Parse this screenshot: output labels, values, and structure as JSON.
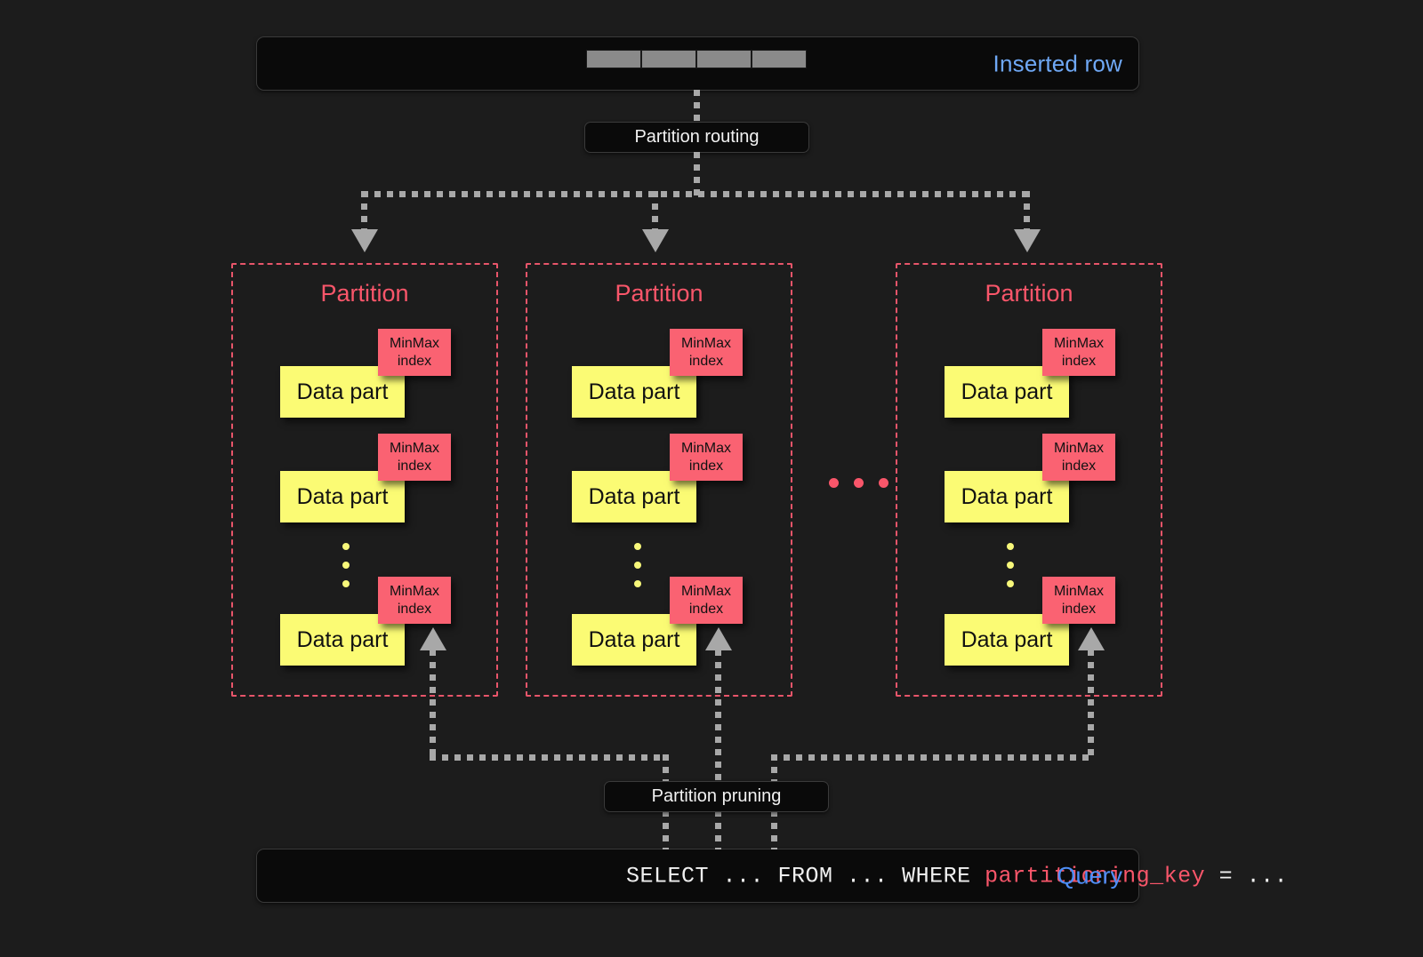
{
  "diagram": {
    "background_color": "#1c1c1c",
    "accent_red": "#f9566a",
    "accent_yellow": "#fbfb74",
    "accent_blue": "#6fa8f5",
    "connector_color": "#a8a8a8"
  },
  "inserted_row": {
    "label": "Inserted row",
    "cell_count": 4
  },
  "partition_routing": {
    "label": "Partition routing"
  },
  "partitions": [
    {
      "title": "Partition",
      "data_parts": [
        {
          "label": "Data part",
          "index_label_line1": "MinMax",
          "index_label_line2": "index"
        },
        {
          "label": "Data part",
          "index_label_line1": "MinMax",
          "index_label_line2": "index"
        },
        {
          "label": "Data part",
          "index_label_line1": "MinMax",
          "index_label_line2": "index"
        }
      ],
      "ellipsis_dots": 3
    },
    {
      "title": "Partition",
      "data_parts": [
        {
          "label": "Data part",
          "index_label_line1": "MinMax",
          "index_label_line2": "index"
        },
        {
          "label": "Data part",
          "index_label_line1": "MinMax",
          "index_label_line2": "index"
        },
        {
          "label": "Data part",
          "index_label_line1": "MinMax",
          "index_label_line2": "index"
        }
      ],
      "ellipsis_dots": 3
    },
    {
      "title": "Partition",
      "data_parts": [
        {
          "label": "Data part",
          "index_label_line1": "MinMax",
          "index_label_line2": "index"
        },
        {
          "label": "Data part",
          "index_label_line1": "MinMax",
          "index_label_line2": "index"
        },
        {
          "label": "Data part",
          "index_label_line1": "MinMax",
          "index_label_line2": "index"
        }
      ],
      "ellipsis_dots": 3
    }
  ],
  "partition_ellipsis_dots": 3,
  "partition_pruning": {
    "label": "Partition pruning"
  },
  "query": {
    "prefix": "SELECT ... FROM ... WHERE ",
    "partitioning_key": "partitioning_key",
    "suffix": " = ...",
    "label": "Query"
  }
}
